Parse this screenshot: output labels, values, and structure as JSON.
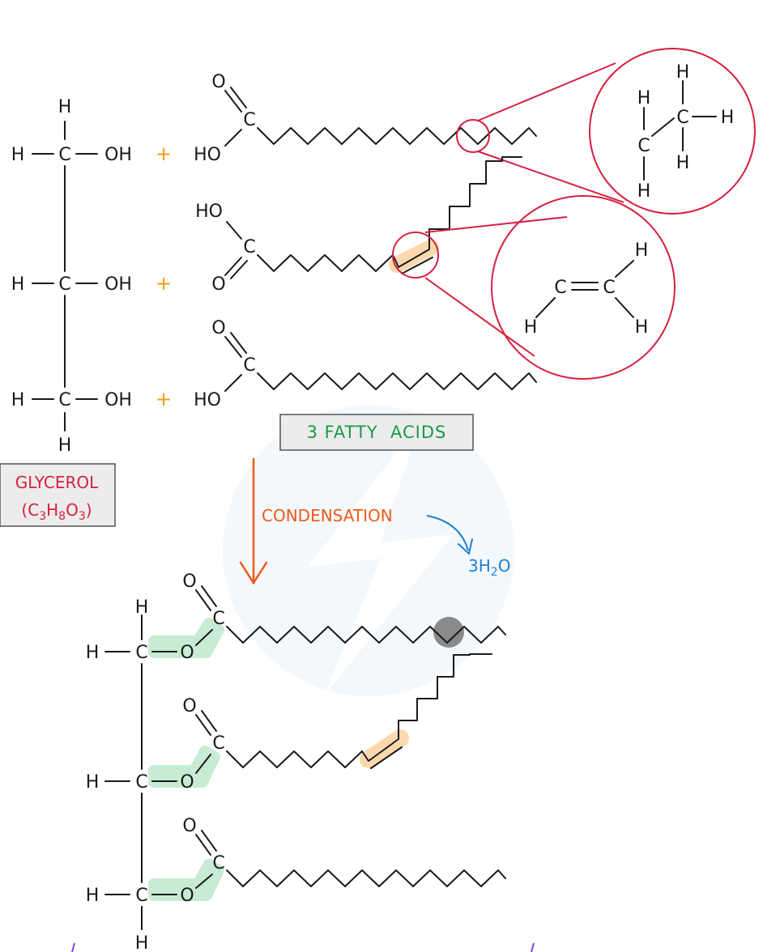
{
  "atoms": {
    "H": "H",
    "C": "C",
    "O": "O",
    "OH": "OH",
    "HO": "HO"
  },
  "plus": "+",
  "labels": {
    "fatty_acids": "3 FATTY  ACIDS",
    "glycerol_name": "GLYCEROL",
    "glycerol_formula_open": "(C",
    "glycerol_formula_sub1": "3",
    "glycerol_formula_h": "H",
    "glycerol_formula_sub2": "8",
    "glycerol_formula_o": "O",
    "glycerol_formula_sub3": "3",
    "glycerol_formula_close": ")",
    "condensation": "CONDENSATION",
    "water_coef": "3H",
    "water_sub": "2",
    "water_o": "O"
  },
  "colors": {
    "glycerol": "#d6203f",
    "fatty_acids": "#1a9a4a",
    "condensation_arrow": "#f05a1a",
    "water": "#1f7fd0",
    "ester_highlight": "#c8ebd3",
    "double_bond_highlight": "#fbd9ad",
    "plus": "#f39c12"
  }
}
